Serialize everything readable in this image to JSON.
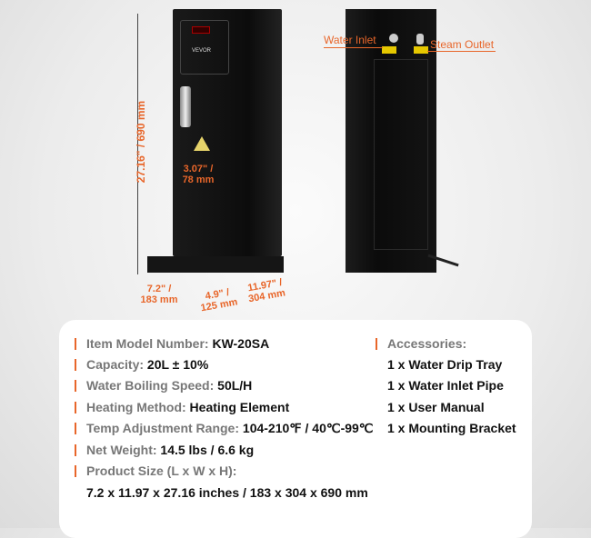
{
  "brand": "VEVOR",
  "dimensions": {
    "height": "27.16\" / 690 mm",
    "spout_width": [
      "3.07\" /",
      "78 mm"
    ],
    "depth": [
      "7.2\" /",
      "183 mm"
    ],
    "tray": [
      "4.9\" /",
      "125 mm"
    ],
    "width": [
      "11.97\" /",
      "304 mm"
    ]
  },
  "callouts": {
    "water_inlet": "Water Inlet",
    "steam_outlet": "Steam Outlet"
  },
  "specs": [
    {
      "label": "Item Model Number: ",
      "value": "KW-20SA"
    },
    {
      "label": "Capacity: ",
      "value": "20L ± 10%"
    },
    {
      "label": "Water Boiling Speed: ",
      "value": "50L/H"
    },
    {
      "label": "Heating Method: ",
      "value": "Heating Element"
    },
    {
      "label": "Temp Adjustment Range: ",
      "value": "104-210℉ / 40℃-99℃"
    },
    {
      "label": "Net Weight: ",
      "value": "14.5 lbs / 6.6 kg"
    },
    {
      "label": "Product Size (L x W x H):",
      "value": ""
    }
  ],
  "size_value": "7.2 x 11.97 x 27.16 inches / 183 x 304 x 690 mm",
  "accessories": {
    "title": "Accessories:",
    "items": [
      "1 x Water Drip Tray",
      "1 x Water Inlet Pipe",
      "1 x User Manual",
      "1 x Mounting Bracket"
    ]
  },
  "colors": {
    "accent": "#e8662a",
    "body": "#111111",
    "card": "#ffffff"
  }
}
